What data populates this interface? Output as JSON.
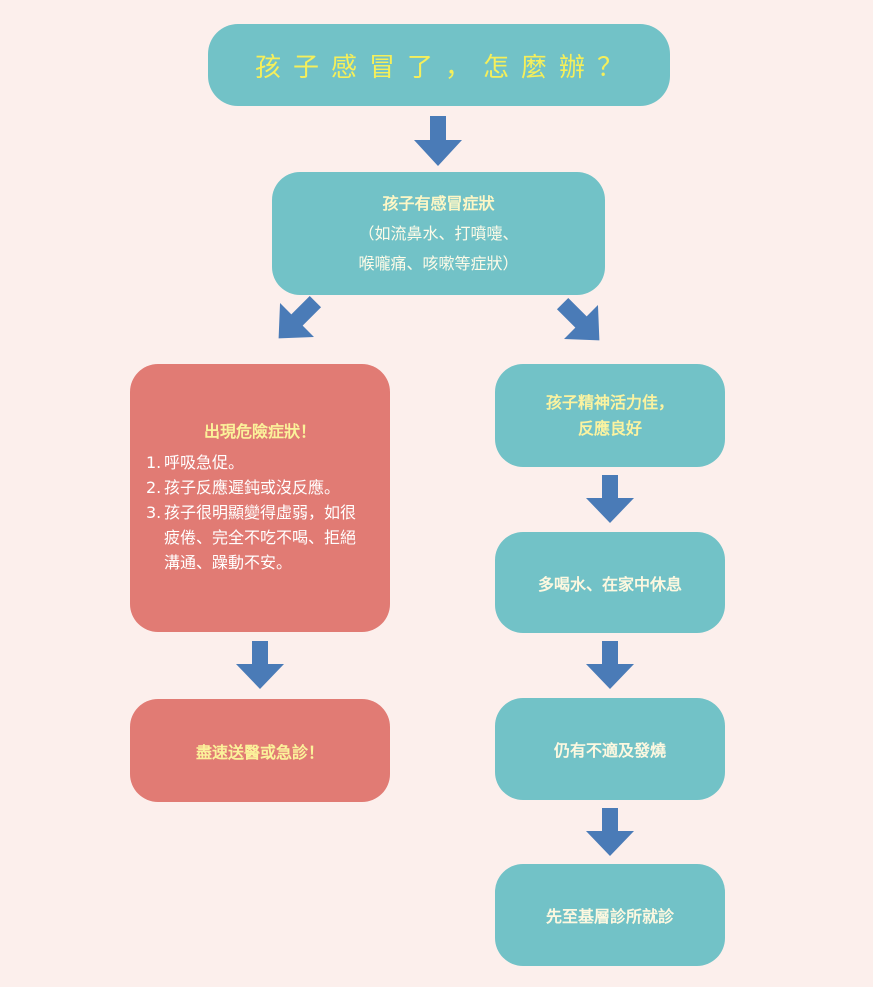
{
  "title": "孩子感冒了，怎麼辦？",
  "symptoms": {
    "heading": "孩子有感冒症狀",
    "line2": "（如流鼻水、打噴嚏、",
    "line3": "喉嚨痛、咳嗽等症狀）"
  },
  "danger": {
    "title": "出現危險症狀！",
    "items": [
      {
        "num": "1.",
        "text": "呼吸急促。"
      },
      {
        "num": "2.",
        "text": "孩子反應遲鈍或沒反應。"
      },
      {
        "num": "3.",
        "text": "孩子很明顯變得虛弱，如很疲倦、完全不吃不喝、拒絕溝通、躁動不安。"
      }
    ]
  },
  "emergency": "盡速送醫或急診！",
  "good": {
    "line1": "孩子精神活力佳，",
    "line2": "反應良好"
  },
  "rest": "多喝水、在家中休息",
  "fever": "仍有不適及發燒",
  "clinic": "先至基層診所就診",
  "colors": {
    "background": "#fcefec",
    "teal": "#72c2c7",
    "red": "#e17b74",
    "arrow": "#4a7bb7",
    "text_yellow": "#fbf29a"
  }
}
